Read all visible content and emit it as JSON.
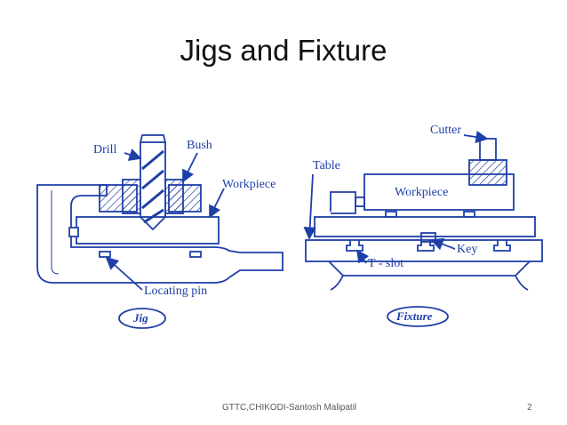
{
  "slide": {
    "title": "Jigs and Fixture",
    "footer": "GTTC,CHIKODI-Santosh Malipatil",
    "page_number": "2"
  },
  "colors": {
    "line": "#1f3fa8",
    "background": "#ffffff",
    "title": "#111111",
    "footer": "#595959"
  },
  "jig": {
    "labels": {
      "drill": "Drill",
      "bush": "Bush",
      "workpiece": "Workpiece",
      "locating_pin": "Locating pin",
      "caption": "Jig"
    }
  },
  "fixture": {
    "labels": {
      "cutter": "Cutter",
      "table": "Table",
      "workpiece": "Workpiece",
      "key": "Key",
      "t_slot": "T - slot",
      "caption": "Fixture"
    }
  }
}
